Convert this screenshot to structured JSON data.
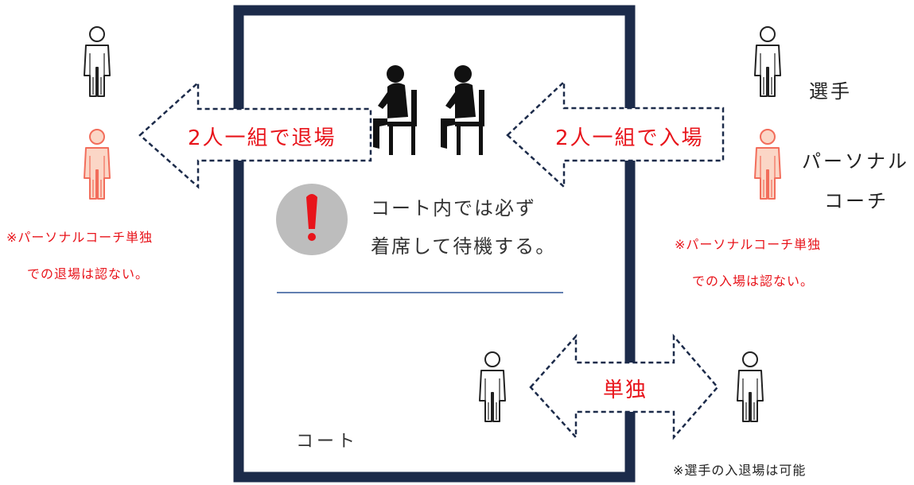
{
  "diagram": {
    "exit_label": "2人一組で退場",
    "enter_label": "2人一組で入場",
    "solo_label": "単独",
    "court_rule_line1": "コート内では必ず",
    "court_rule_line2": "着席して待機する。",
    "court_label": "コート",
    "legend_player": "選手",
    "legend_coach_line1": "パーソナル",
    "legend_coach_line2": "コーチ",
    "left_note_line1": "※パーソナルコーチ単独",
    "left_note_line2": "での退場は認ない。",
    "right_note_line1": "※パーソナルコーチ単独",
    "right_note_line2": "での入場は認ない。",
    "bottom_note": "※選手の入退場は可能"
  },
  "colors": {
    "court_border": "#1c2b4a",
    "accent_red": "#e8141b",
    "coach_fill": "#fbd6c6",
    "coach_stroke": "#f26d5b",
    "arrow_dash": "#1c2b4a",
    "divider": "#2e5597"
  }
}
